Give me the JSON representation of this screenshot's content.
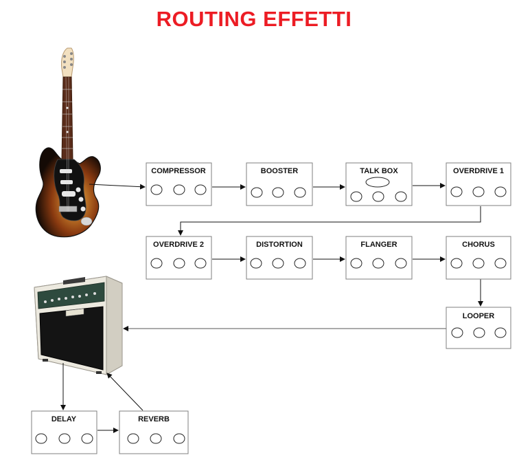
{
  "title": "ROUTING EFFETTI",
  "colors": {
    "title": "#ec1c24",
    "box_border": "#7f7f7f",
    "arrow": "#111111"
  },
  "pedals": {
    "compressor": "COMPRESSOR",
    "booster": "BOOSTER",
    "talkbox": "TALK BOX",
    "overdrive1": "OVERDRIVE 1",
    "overdrive2": "OVERDRIVE 2",
    "distortion": "DISTORTION",
    "flanger": "FLANGER",
    "chorus": "CHORUS",
    "looper": "LOOPER",
    "delay": "DELAY",
    "reverb": "REVERB"
  },
  "icons": {
    "guitar": "electric-guitar-icon",
    "amp": "guitar-amplifier-icon"
  }
}
